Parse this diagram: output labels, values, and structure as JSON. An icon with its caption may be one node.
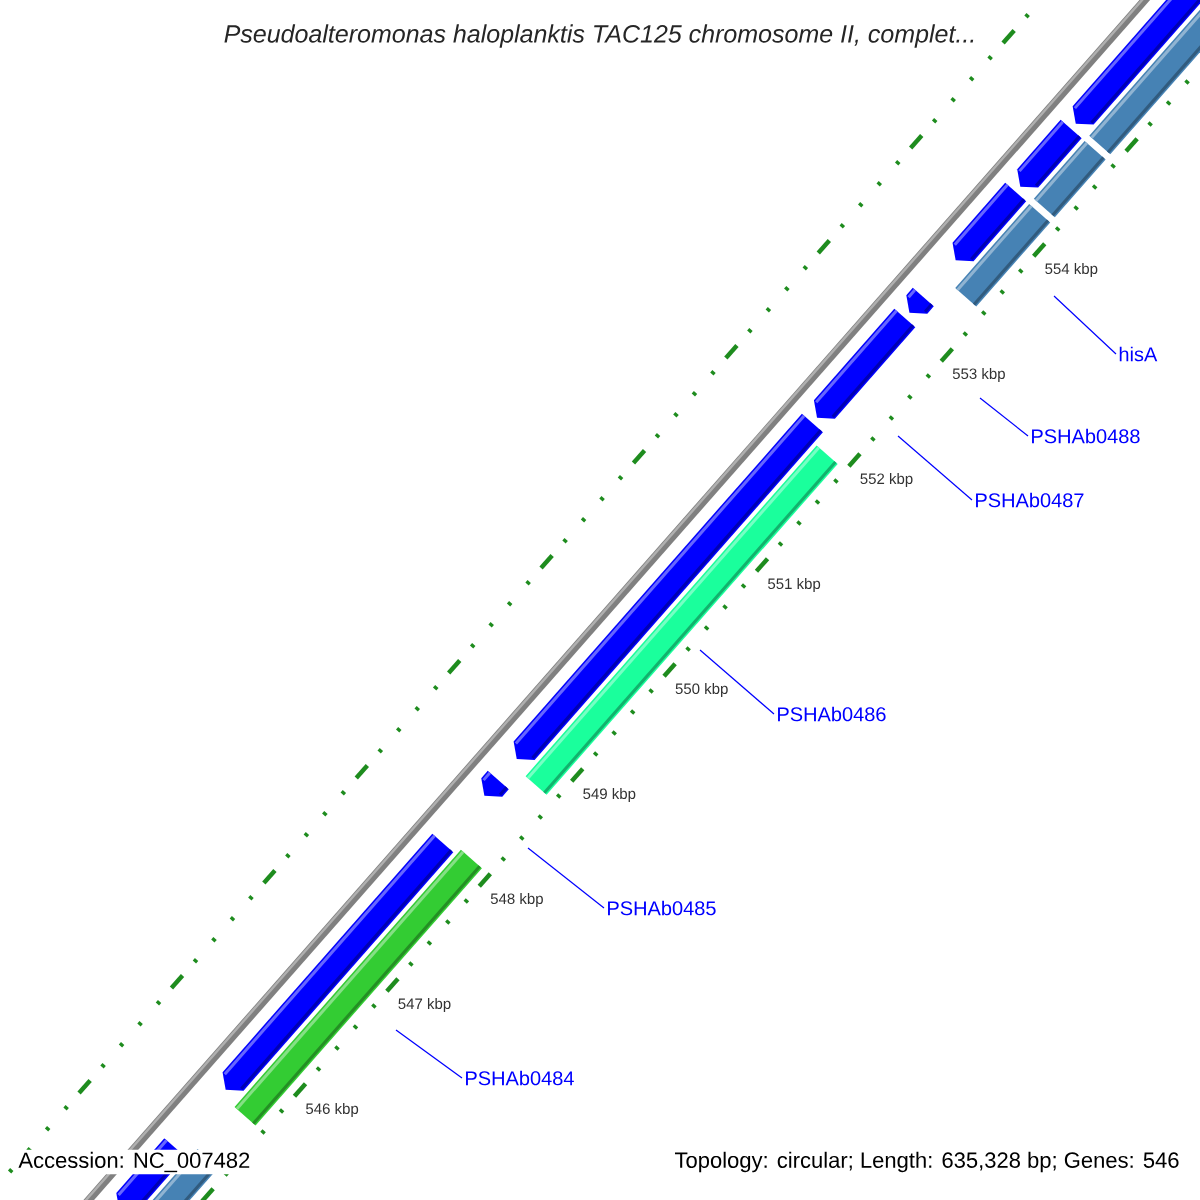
{
  "diagram": {
    "title": "Pseudoalteromonas haloplanktis TAC125 chromosome II, complet...",
    "nodes": [
      {
        "text": [
          "hisA"
        ]
      },
      {
        "text": [
          "PSHAb0488"
        ]
      },
      {
        "text": [
          "PSHAb0487"
        ]
      },
      {
        "text": [
          "PSHAb0486"
        ]
      },
      {
        "text": [
          "PSHAb0485"
        ]
      },
      {
        "text": [
          "PSHAb0484"
        ]
      }
    ],
    "edges": [
      {
        "from": 0,
        "to": null,
        "arrow": "none"
      },
      {
        "from": 1,
        "to": null,
        "arrow": "none"
      },
      {
        "from": 2,
        "to": null,
        "arrow": "none"
      },
      {
        "from": 3,
        "to": null,
        "arrow": "none"
      },
      {
        "from": 4,
        "to": null,
        "arrow": "none"
      },
      {
        "from": 5,
        "to": null,
        "arrow": "none"
      }
    ],
    "labels": [
      "554 kbp",
      "553 kbp",
      "552 kbp",
      "551 kbp",
      "550 kbp",
      "549 kbp",
      "548 kbp",
      "547 kbp",
      "546 kbp",
      "Accession: NC_007482",
      "Topology: circular; Length: 635,328 bp; Genes: 546"
    ]
  }
}
